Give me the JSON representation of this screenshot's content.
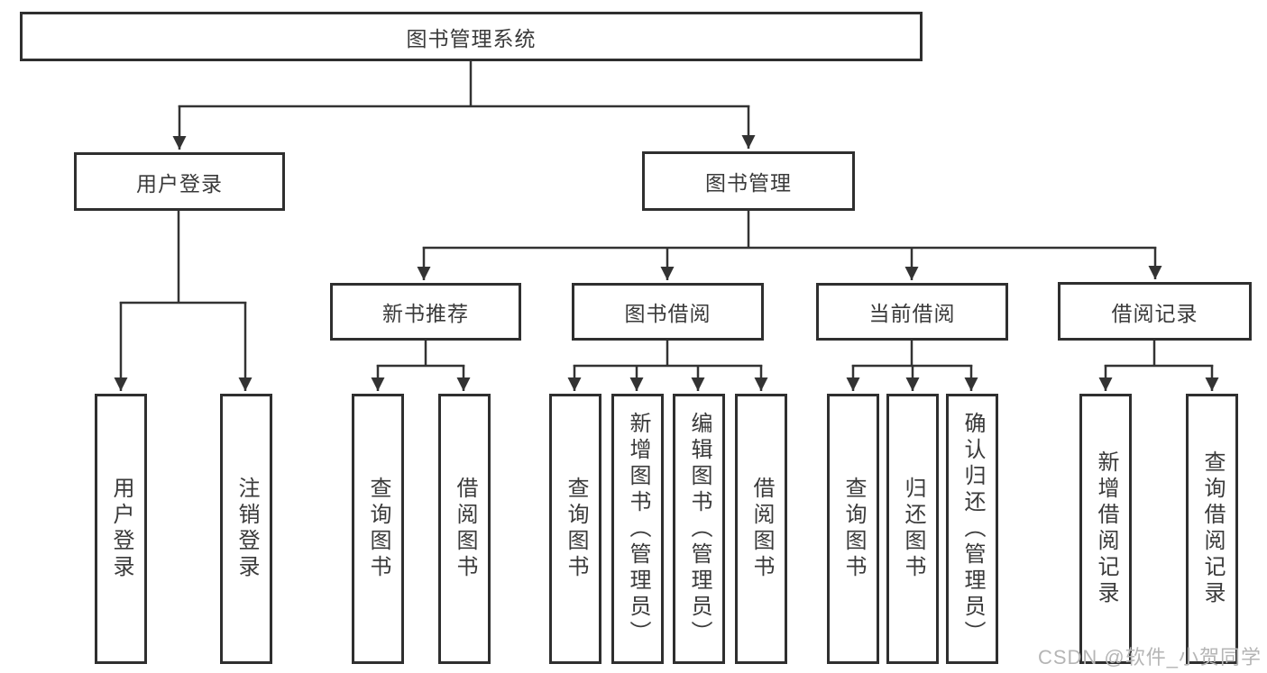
{
  "diagram": {
    "title": "图书管理系统",
    "root": {
      "label": "图书管理系统",
      "children": [
        {
          "label": "用户登录",
          "children": [
            {
              "label": "用户登录"
            },
            {
              "label": "注销登录"
            }
          ]
        },
        {
          "label": "图书管理",
          "children": [
            {
              "label": "新书推荐",
              "children": [
                {
                  "label": "查询图书"
                },
                {
                  "label": "借阅图书"
                }
              ]
            },
            {
              "label": "图书借阅",
              "children": [
                {
                  "label": "查询图书"
                },
                {
                  "label": "新增图书（管理员）"
                },
                {
                  "label": "编辑图书（管理员）"
                },
                {
                  "label": "借阅图书"
                }
              ]
            },
            {
              "label": "当前借阅",
              "children": [
                {
                  "label": "查询图书"
                },
                {
                  "label": "归还图书"
                },
                {
                  "label": "确认归还（管理员）"
                }
              ]
            },
            {
              "label": "借阅记录",
              "children": [
                {
                  "label": "新增借阅记录"
                },
                {
                  "label": "查询借阅记录"
                }
              ]
            }
          ]
        }
      ]
    }
  },
  "colors": {
    "line": "#333333",
    "box_border": "#2f2f2f",
    "text": "#3a3a3a",
    "watermark": "#b5b5b5"
  },
  "watermark": "CSDN @软件_小贺同学"
}
